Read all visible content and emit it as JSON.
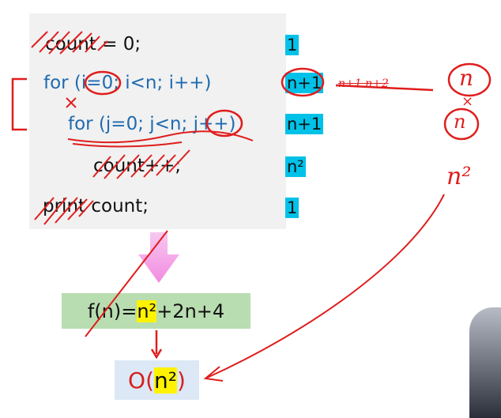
{
  "code_lines": [
    {
      "text": "count = 0;",
      "count": "1"
    },
    {
      "text": "for (i=0; i<n; i++)",
      "count": "n+1"
    },
    {
      "text": "for (j=0; j<n; j++)",
      "count": "n+1"
    },
    {
      "text": "count++;",
      "count": "n²"
    },
    {
      "text": "print count;",
      "count": "1"
    }
  ],
  "formula": {
    "prefix": "f(n)=",
    "highlight": "n²",
    "suffix": "+2n+4"
  },
  "big_o": {
    "open": "O(",
    "highlight": "n²",
    "close": ")"
  },
  "annotations": {
    "n_top": "n",
    "times": "×",
    "n_bottom": "n",
    "n_squared": "n²",
    "crossed": "n+1 n+2"
  },
  "colors": {
    "code_blue": "#1f6bb0",
    "badge_cyan": "#00c2e8",
    "highlight_yellow": "#fff300",
    "pen_red": "#e01d1d"
  }
}
